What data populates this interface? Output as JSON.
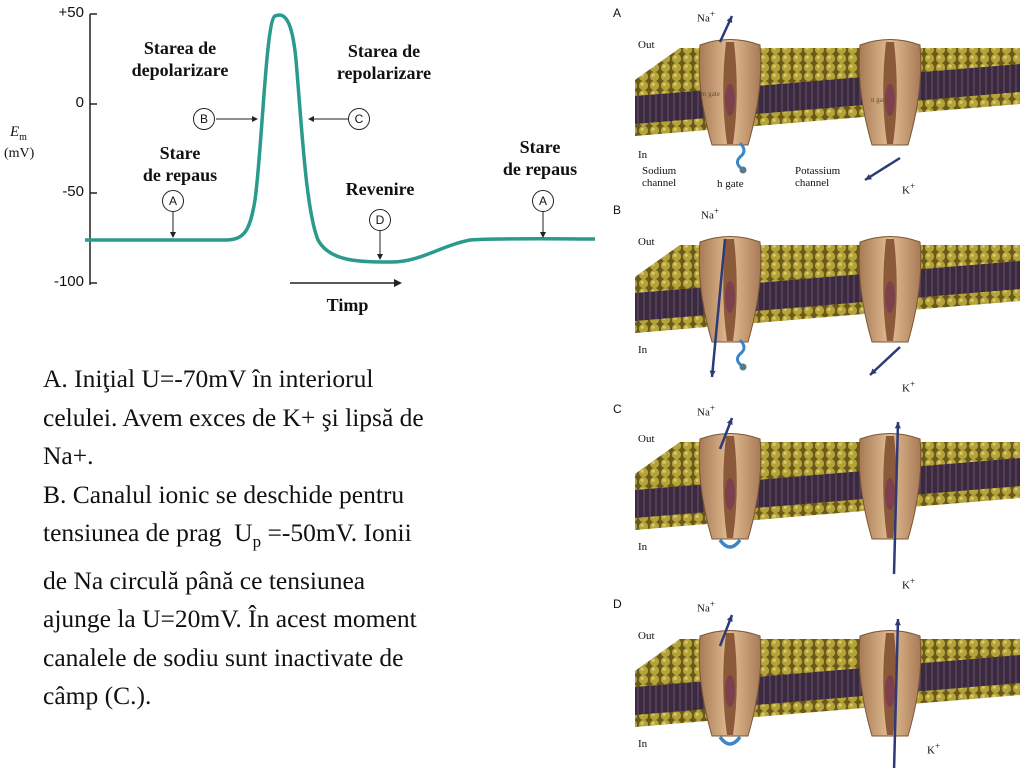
{
  "chart": {
    "y_ticks": [
      "+50",
      "0",
      "-50",
      "-100"
    ],
    "y_label_main": "E",
    "y_label_sub": "m",
    "y_unit": "(mV)",
    "x_label": "Timp",
    "labels": {
      "depol_l1": "Starea de",
      "depol_l2": "depolarizare",
      "repol_l1": "Starea de",
      "repol_l2": "repolarizare",
      "rest_l1": "Stare",
      "rest_l2": "de repaus",
      "recovery": "Revenire",
      "rest2_l1": "Stare",
      "rest2_l2": "de repaus"
    },
    "markers": {
      "a": "A",
      "b": "B",
      "c": "C",
      "d": "D",
      "a2": "A"
    },
    "curve_color": "#2a9a8a"
  },
  "text": {
    "l1": "A. Iniţial U=-70mV în interiorul",
    "l2": "celulei. Avem exces de K+ şi lipsă de",
    "l3": "Na+.",
    "l4": "B. Canalul ionic se deschide pentru",
    "l5_a": "tensiunea de prag  U",
    "l5_sub": "p",
    "l5_b": " =-50mV. Ionii",
    "l6": "de Na circulă până ce tensiunea",
    "l7": "ajunge la U=20mV. În acest moment",
    "l8": "canalele de sodiu sunt inactivate de",
    "l9": "câmp (C.)."
  },
  "panels": {
    "letters": [
      "A",
      "B",
      "C",
      "D"
    ],
    "out": "Out",
    "in": "In",
    "na": "Na",
    "na_sup": "+",
    "k": "K",
    "k_sup": "+",
    "sodium_channel_l1": "Sodium",
    "sodium_channel_l2": "channel",
    "potassium_channel_l1": "Potassium",
    "potassium_channel_l2": "channel",
    "h_gate": "h gate",
    "m_gate": "m gate",
    "n_gate": "n gate"
  }
}
